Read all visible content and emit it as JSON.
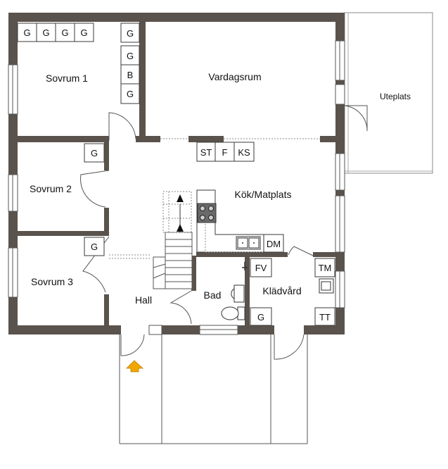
{
  "rooms": {
    "sovrum1": "Sovrum 1",
    "vardagsrum": "Vardagsrum",
    "uteplats": "Uteplats",
    "sovrum2": "Sovrum 2",
    "kok": "Kök/Matplats",
    "sovrum3": "Sovrum 3",
    "hall": "Hall",
    "bad": "Bad",
    "kladvard": "Klädvård"
  },
  "appliances": {
    "g": "G",
    "b": "B",
    "st": "ST",
    "f": "F",
    "ks": "KS",
    "dm": "DM",
    "fv": "FV",
    "tm": "TM",
    "tt": "TT"
  },
  "colors": {
    "wall": "#5a524c",
    "entrance_arrow": "#f0a800"
  },
  "icons": [
    "entrance-arrow-icon",
    "stove-icon",
    "sink-icon",
    "toilet-icon",
    "washbasin-icon",
    "stair-arrow-icon"
  ]
}
